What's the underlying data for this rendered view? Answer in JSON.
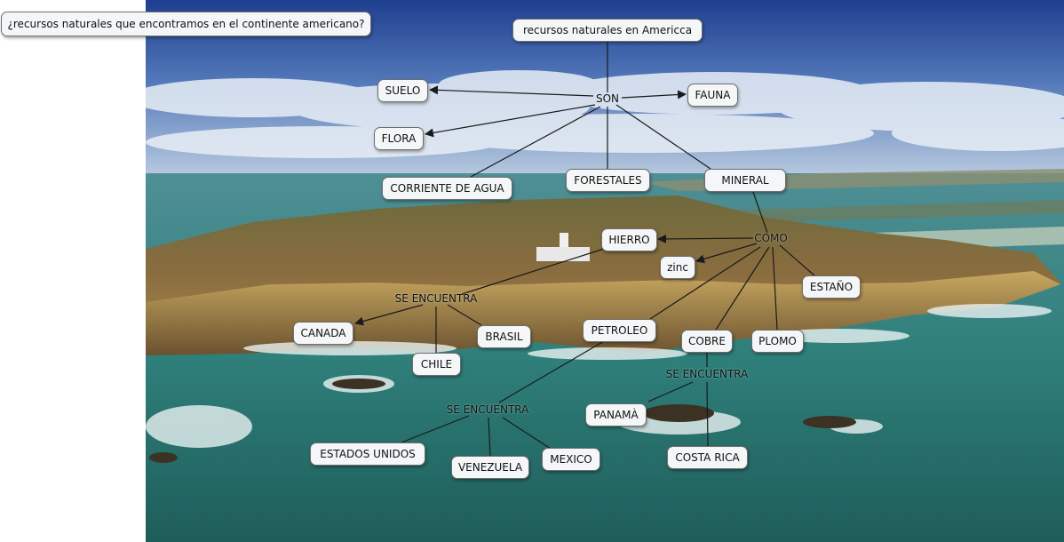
{
  "question": "¿recursos naturales que encontramos en el continente americano?",
  "concepts": {
    "root": "recursos naturales en Americca",
    "suelo": "SUELO",
    "fauna": "FAUNA",
    "flora": "FLORA",
    "corriente": "CORRIENTE DE AGUA",
    "forestales": "FORESTALES",
    "mineral": "MINERAL",
    "hierro": "HIERRO",
    "zinc": "zinc",
    "estano": "ESTAÑO",
    "canada": "CANADA",
    "brasil": "BRASIL",
    "chile": "CHILE",
    "petroleo": "PETROLEO",
    "cobre": "COBRE",
    "plomo": "PLOMO",
    "panama": "PANAMÀ",
    "costa_rica": "COSTA RICA",
    "estados_unidos": "ESTADOS UNIDOS",
    "venezuela": "VENEZUELA",
    "mexico": "MEXICO"
  },
  "link_labels": {
    "son": "SON",
    "como": "COMO",
    "se_encuentra_1": "SE ENCUENTRA",
    "se_encuentra_2": "SE ENCUENTRA",
    "se_encuentra_3": "SE ENCUENTRA"
  },
  "colors": {
    "line": "#1a1a1a",
    "node_bg": "#f4f6f7",
    "node_border": "#6f6f6f"
  }
}
